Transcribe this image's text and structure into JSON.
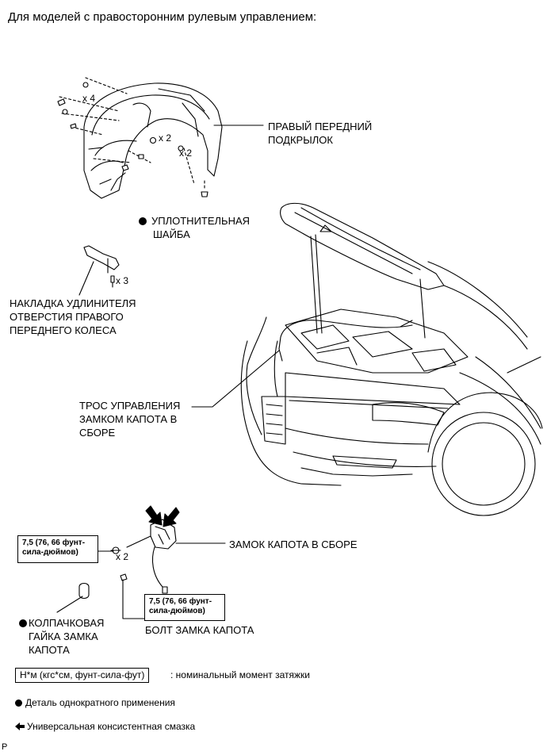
{
  "header": {
    "title": "Для моделей с правосторонним рулевым управлением:"
  },
  "callouts": {
    "fender_liner": [
      "ПРАВЫЙ ПЕРЕДНИЙ",
      "ПОДКРЫЛОК"
    ],
    "washer": [
      "УПЛОТНИТЕЛЬНАЯ",
      "ШАЙБА"
    ],
    "wheel_opening_cover": [
      "НАКЛАДКА УДЛИНИТЕЛЯ",
      "ОТВЕРСТИЯ ПРАВОГО",
      "ПЕРЕДНЕГО КОЛЕСА"
    ],
    "hood_cable": [
      "ТРОС УПРАВЛЕНИЯ",
      "ЗАМКОМ КАПОТА В",
      "СБОРЕ"
    ],
    "hood_lock": "ЗАМОК КАПОТА В СБОРЕ",
    "cap_nut": [
      "КОЛПАЧКОВАЯ",
      "ГАЙКА ЗАМКА",
      "КАПОТА"
    ],
    "lock_bolt": "БОЛТ ЗАМКА КАПОТА"
  },
  "quantities": {
    "q1": "x 4",
    "q2": "x 2",
    "q3": "x 2",
    "q4": "x 3",
    "q5": "x 2"
  },
  "torque": {
    "left": [
      "7,5 (76, 66 фунт-",
      "сила-дюймов)"
    ],
    "bottom": [
      "7,5 (76, 66 фунт-",
      "сила-дюймов)"
    ]
  },
  "legend": {
    "units_box": "Н*м (кгс*см, фунт-сила-фут)",
    "units_desc": ": номинальный момент затяжки",
    "one_time": "Деталь однократного применения",
    "grease": "Универсальная консистентная смазка"
  },
  "corner_mark": "P"
}
